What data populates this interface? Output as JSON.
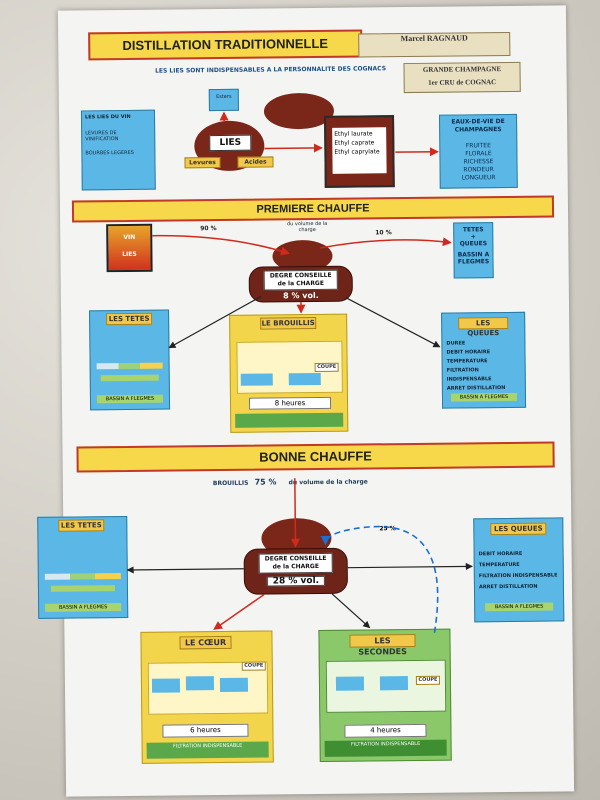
{
  "poster": {
    "title": "DISTILLATION TRADITIONNELLE",
    "subtitle": "LES LIES SONT INDISPENSABLES A LA PERSONNALITE DES COGNACS",
    "sticker_top": "Marcel RAGNAUD",
    "sticker_mid": "GRANDE CHAMPAGNE",
    "sticker_bottom": "1er CRU de COGNAC",
    "lies_center": "LIES",
    "lies_left": "Levures",
    "lies_right": "Acides",
    "esters_box_top": "Esters",
    "esters_box_lines": [
      "Ethyl laurate",
      "Ethyl caprate",
      "Ethyl caprylate"
    ],
    "eaux_title": "EAUX-DE-VIE DE CHAMPAGNES",
    "eaux_lines": [
      "FRUITEE",
      "FLORALE",
      "RICHESSE",
      "RONDEUR",
      "LONGUEUR"
    ],
    "lies_box_left": [
      "LES LIES DU VIN",
      "LEVURES DE VINIFICATION",
      "BOURBES LEGERES"
    ],
    "premiere": "PREMIERE CHAUFFE",
    "pct_90": "90 %",
    "pct_10": "10 %",
    "du_volume": "du volume de la charge",
    "vin_box": [
      "VIN",
      "LIES"
    ],
    "tetes_queues_box": [
      "TETES",
      "+",
      "QUEUES",
      "BASSIN A",
      "FLEGMES"
    ],
    "degre1_line1": "DEGRE CONSEILLE",
    "degre1_line2": "de la CHARGE",
    "degre1_value": "8 % vol.",
    "les_tetes_1": "LES TETES",
    "brouillis": "LE BROUILLIS",
    "brouillis_hours": "8 heures",
    "les_queues_1": "LES QUEUES",
    "queues1_lines": [
      "DUREE",
      "DEBIT HORAIRE",
      "TEMPERATURE",
      "FILTRATION INDISPENSABLE",
      "ARRET DISTILLATION"
    ],
    "bassin_flegmes": "BASSIN A FLEGMES",
    "bonne": "BONNE CHAUFFE",
    "brouillis_75_a": "BROUILLIS",
    "brouillis_75_b": "75 %",
    "brouillis_75_c": "du volume de la charge",
    "pct_25": "25 %",
    "les_tetes_2": "LES TETES",
    "degre2_line1": "DEGRE CONSEILLE",
    "degre2_line2": "de la CHARGE",
    "degre2_value": "28 % vol.",
    "les_queues_2": "LES QUEUES",
    "queues2_lines": [
      "DEBIT HORAIRE",
      "TEMPERATURE",
      "FILTRATION INDISPENSABLE",
      "ARRET DISTILLATION"
    ],
    "bassin_flegmes_2": "BASSIN A FLEGMES",
    "coeur": "LE CŒUR",
    "coeur_hours": "6 heures",
    "coeur_footer": "FILTRATION INDISPENSABLE",
    "secondes": "LES SECONDES",
    "secondes_hours": "4 heures",
    "secondes_footer": "FILTRATION INDISPENSABLE",
    "coupe": "COUPE"
  },
  "colors": {
    "banner": "#f6d84a",
    "banner_border": "#c0392b",
    "still": "#6e2419",
    "blue_box": "#5bb8e6",
    "yellow_box": "#f3d54b",
    "green_box": "#8bc86a",
    "red_arrow": "#d02a1c",
    "blue_arrow": "#1a6fd1"
  }
}
